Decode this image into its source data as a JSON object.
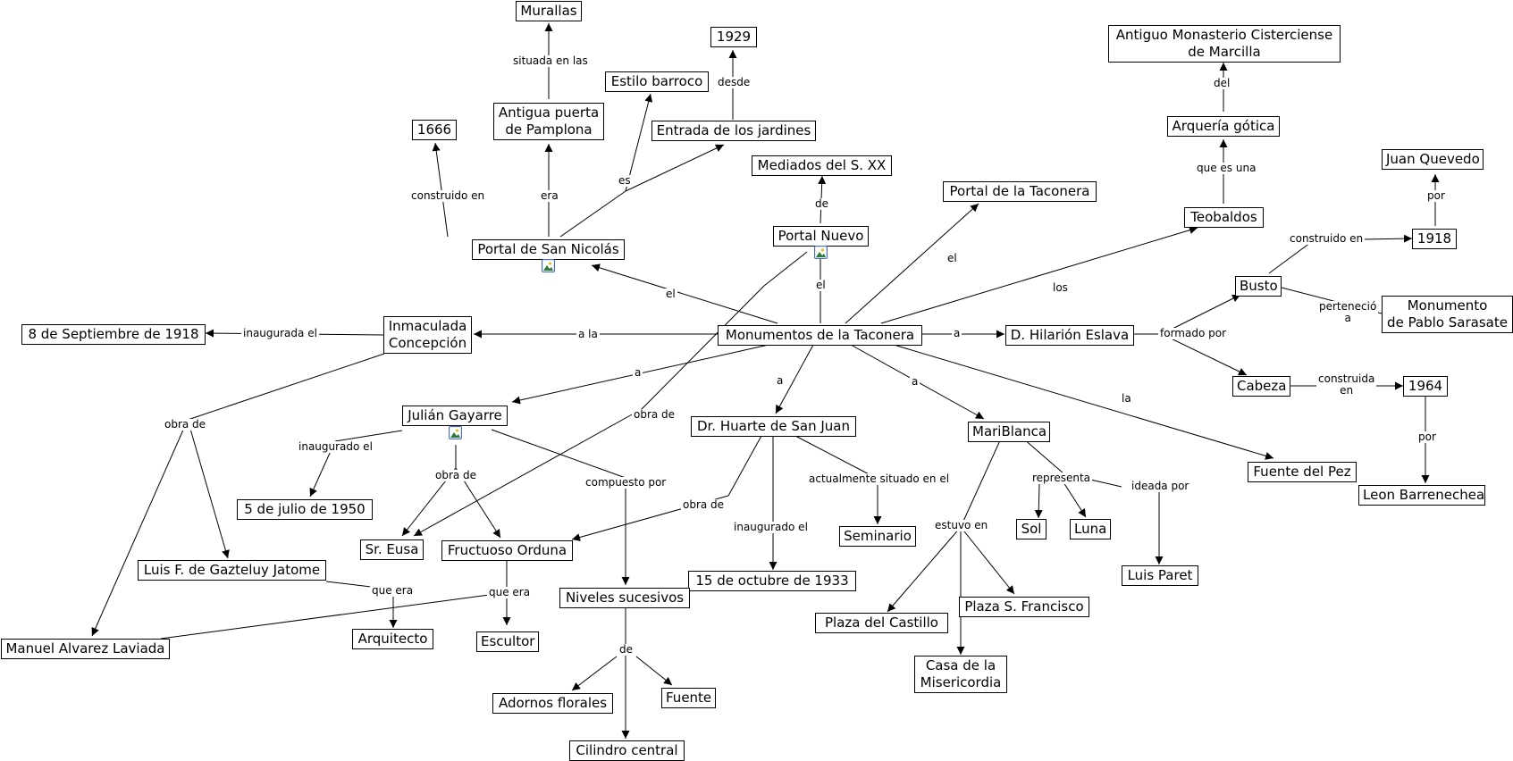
{
  "nodes": {
    "murallas": "Murallas",
    "y1929": "1929",
    "estilo_barroco": "Estilo barroco",
    "antigua_puerta": "Antigua puerta\nde Pamplona",
    "entrada_jardines": "Entrada de los jardines",
    "y1666": "1666",
    "mediados": "Mediados del S. XX",
    "portal_taconera": "Portal de la Taconera",
    "portal_nuevo": "Portal Nuevo",
    "portal_san_nicolas": "Portal de San Nicolás",
    "antiguo_monasterio": "Antiguo Monasterio Cisterciense\nde Marcilla",
    "arqueria": "Arquería gótica",
    "teobaldos": "Teobaldos",
    "juan_quevedo": "Juan Quevedo",
    "y1918": "1918",
    "busto": "Busto",
    "monumento_sarasate": "Monumento\nde Pablo Sarasate",
    "sept_1918": "8 de Septiembre de 1918",
    "inmaculada": "Inmaculada\nConcepción",
    "monumentos": "Monumentos de la Taconera",
    "eslava": "D. Hilarión Eslava",
    "cabeza": "Cabeza",
    "y1964": "1964",
    "leon": "Leon Barrenechea",
    "julian_gayarre": "Julián Gayarre",
    "huarte": "Dr. Huarte de San Juan",
    "mariblanca": "MariBlanca",
    "fuente_pez": "Fuente del Pez",
    "julio_1950": "5 de julio de 1950",
    "seminario": "Seminario",
    "sol": "Sol",
    "luna": "Luna",
    "sr_eusa": "Sr. Eusa",
    "fructuoso": "Fructuoso Orduna",
    "luis_paret": "Luis Paret",
    "gazteluy": "Luis F. de Gazteluy Jatome",
    "oct_1933": "15 de octubre de 1933",
    "niveles": "Niveles sucesivos",
    "plaza_castillo": "Plaza del Castillo",
    "plaza_francisco": "Plaza S. Francisco",
    "manuel": "Manuel Alvarez Laviada",
    "arquitecto": "Arquitecto",
    "escultor": "Escultor",
    "casa_misericordia": "Casa de la\nMisericordia",
    "adornos": "Adornos florales",
    "fuente": "Fuente",
    "cilindro": "Cilindro central"
  },
  "links": {
    "situada_en_las": "situada en las",
    "desde": "desde",
    "del": "del",
    "construido_en_1666": "construido en",
    "era": "era",
    "es": "es",
    "de_mediados": "de",
    "que_es_una": "que es una",
    "por_quevedo": "por",
    "construido_en_1918": "construido en",
    "el_taconera": "el",
    "el_nuevo": "el",
    "el_san_nicolas": "el",
    "los": "los",
    "perteneció_a": "perteneció\na",
    "inaugurada_el": "inaugurada el",
    "a_la": "a la",
    "a_eslava": "a",
    "formado_por": "formado por",
    "construida_en": "construida\nen",
    "por_leon": "por",
    "a_gayarre": "a",
    "a_huarte": "a",
    "a_mariblanca": "a",
    "la_fuente_pez": "la",
    "obra_de_inmaculada": "obra de",
    "obra_de_portal_nuevo": "obra de",
    "inaugurado_el_gayarre": "inaugurado el",
    "obra_de_gayarre": "obra de",
    "compuesto_por": "compuesto por",
    "obra_de_huarte": "obra de",
    "inaugurado_el_huarte": "inaugurado el",
    "actualmente": "actualmente situado en el",
    "representa": "representa",
    "ideada_por": "ideada por",
    "estuvo_en": "estuvo en",
    "que_era_eusa": "que era",
    "que_era_orduna": "que era",
    "de_niveles": "de"
  },
  "image_icon_name": "image-icon"
}
